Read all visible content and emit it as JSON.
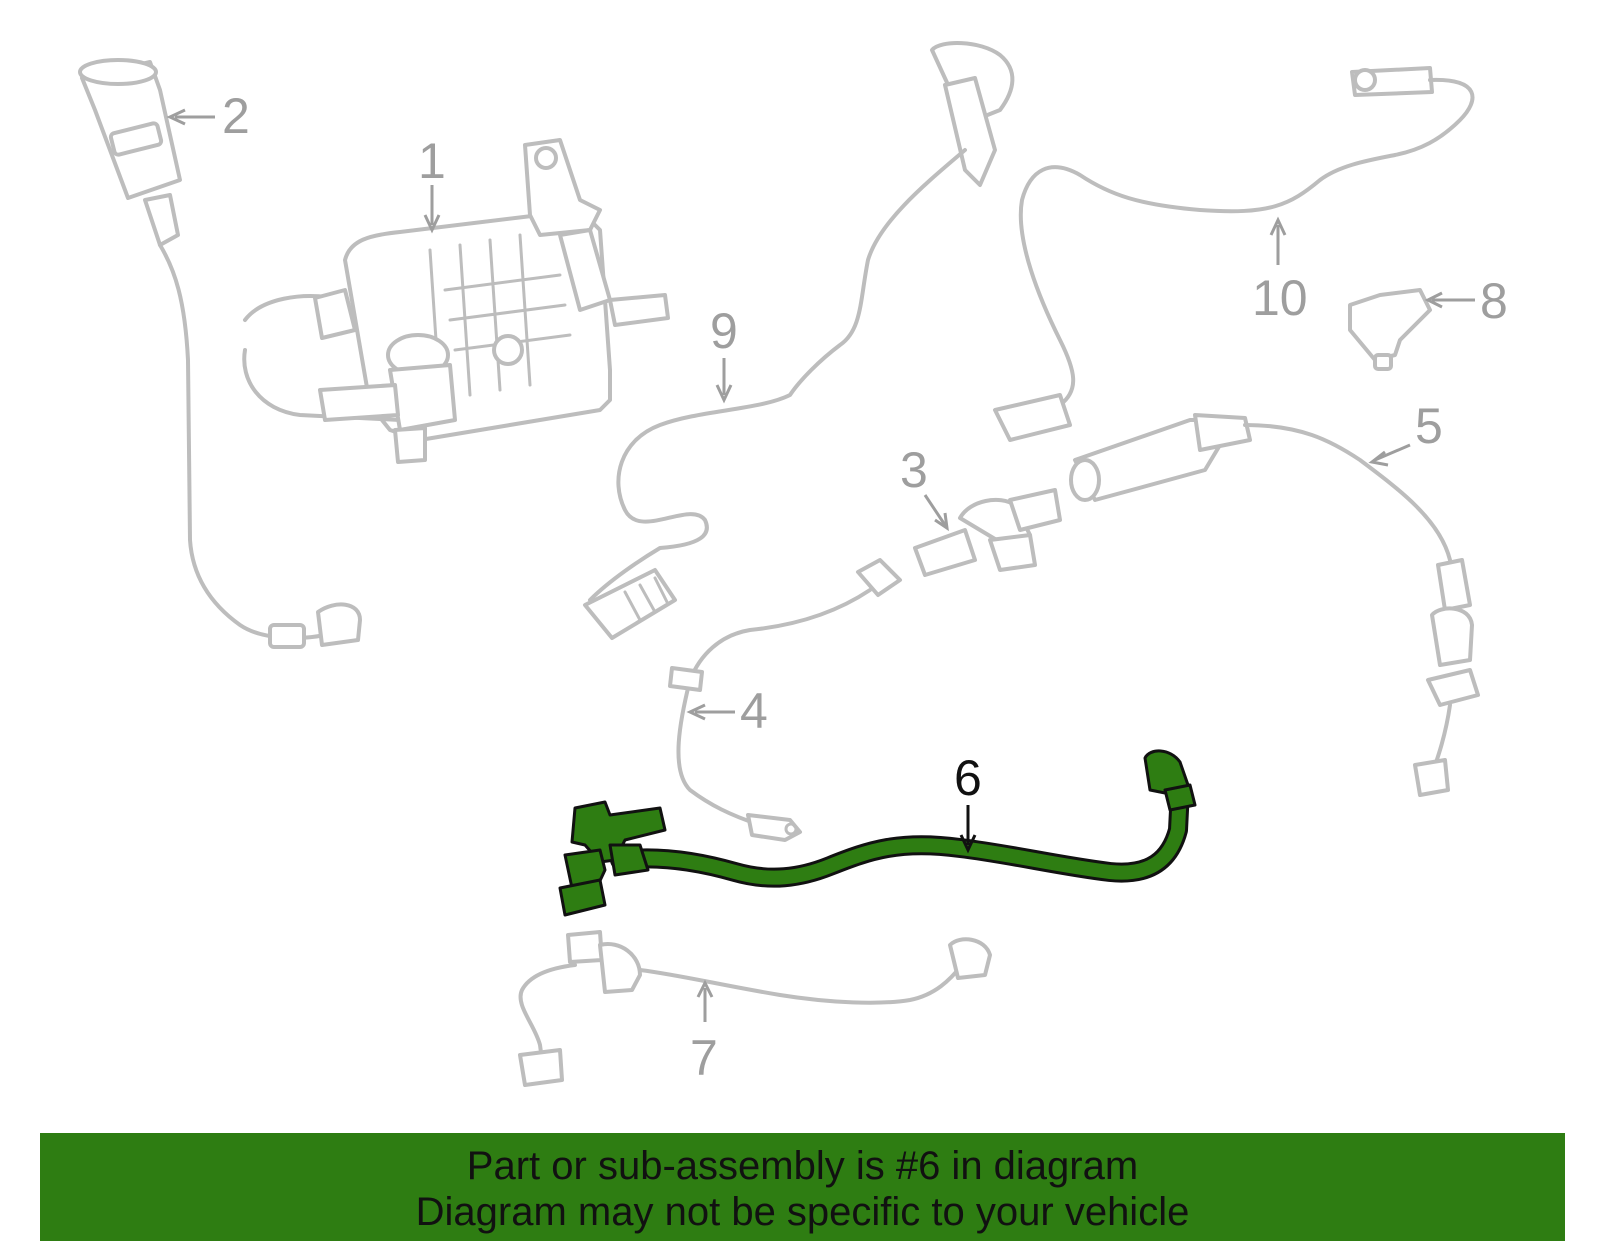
{
  "diagram": {
    "callouts": {
      "c1": "1",
      "c2": "2",
      "c3": "3",
      "c4": "4",
      "c5": "5",
      "c6": "6",
      "c7": "7",
      "c8": "8",
      "c9": "9",
      "c10": "10"
    },
    "highlighted_part": "6",
    "colors": {
      "highlight": "#2e7d12",
      "parts_gray": "#bdbdbd",
      "banner": "#2e7d12"
    }
  },
  "footer": {
    "line1": "Part or sub-assembly is #6 in diagram",
    "line2": "Diagram may not be specific to your vehicle"
  }
}
